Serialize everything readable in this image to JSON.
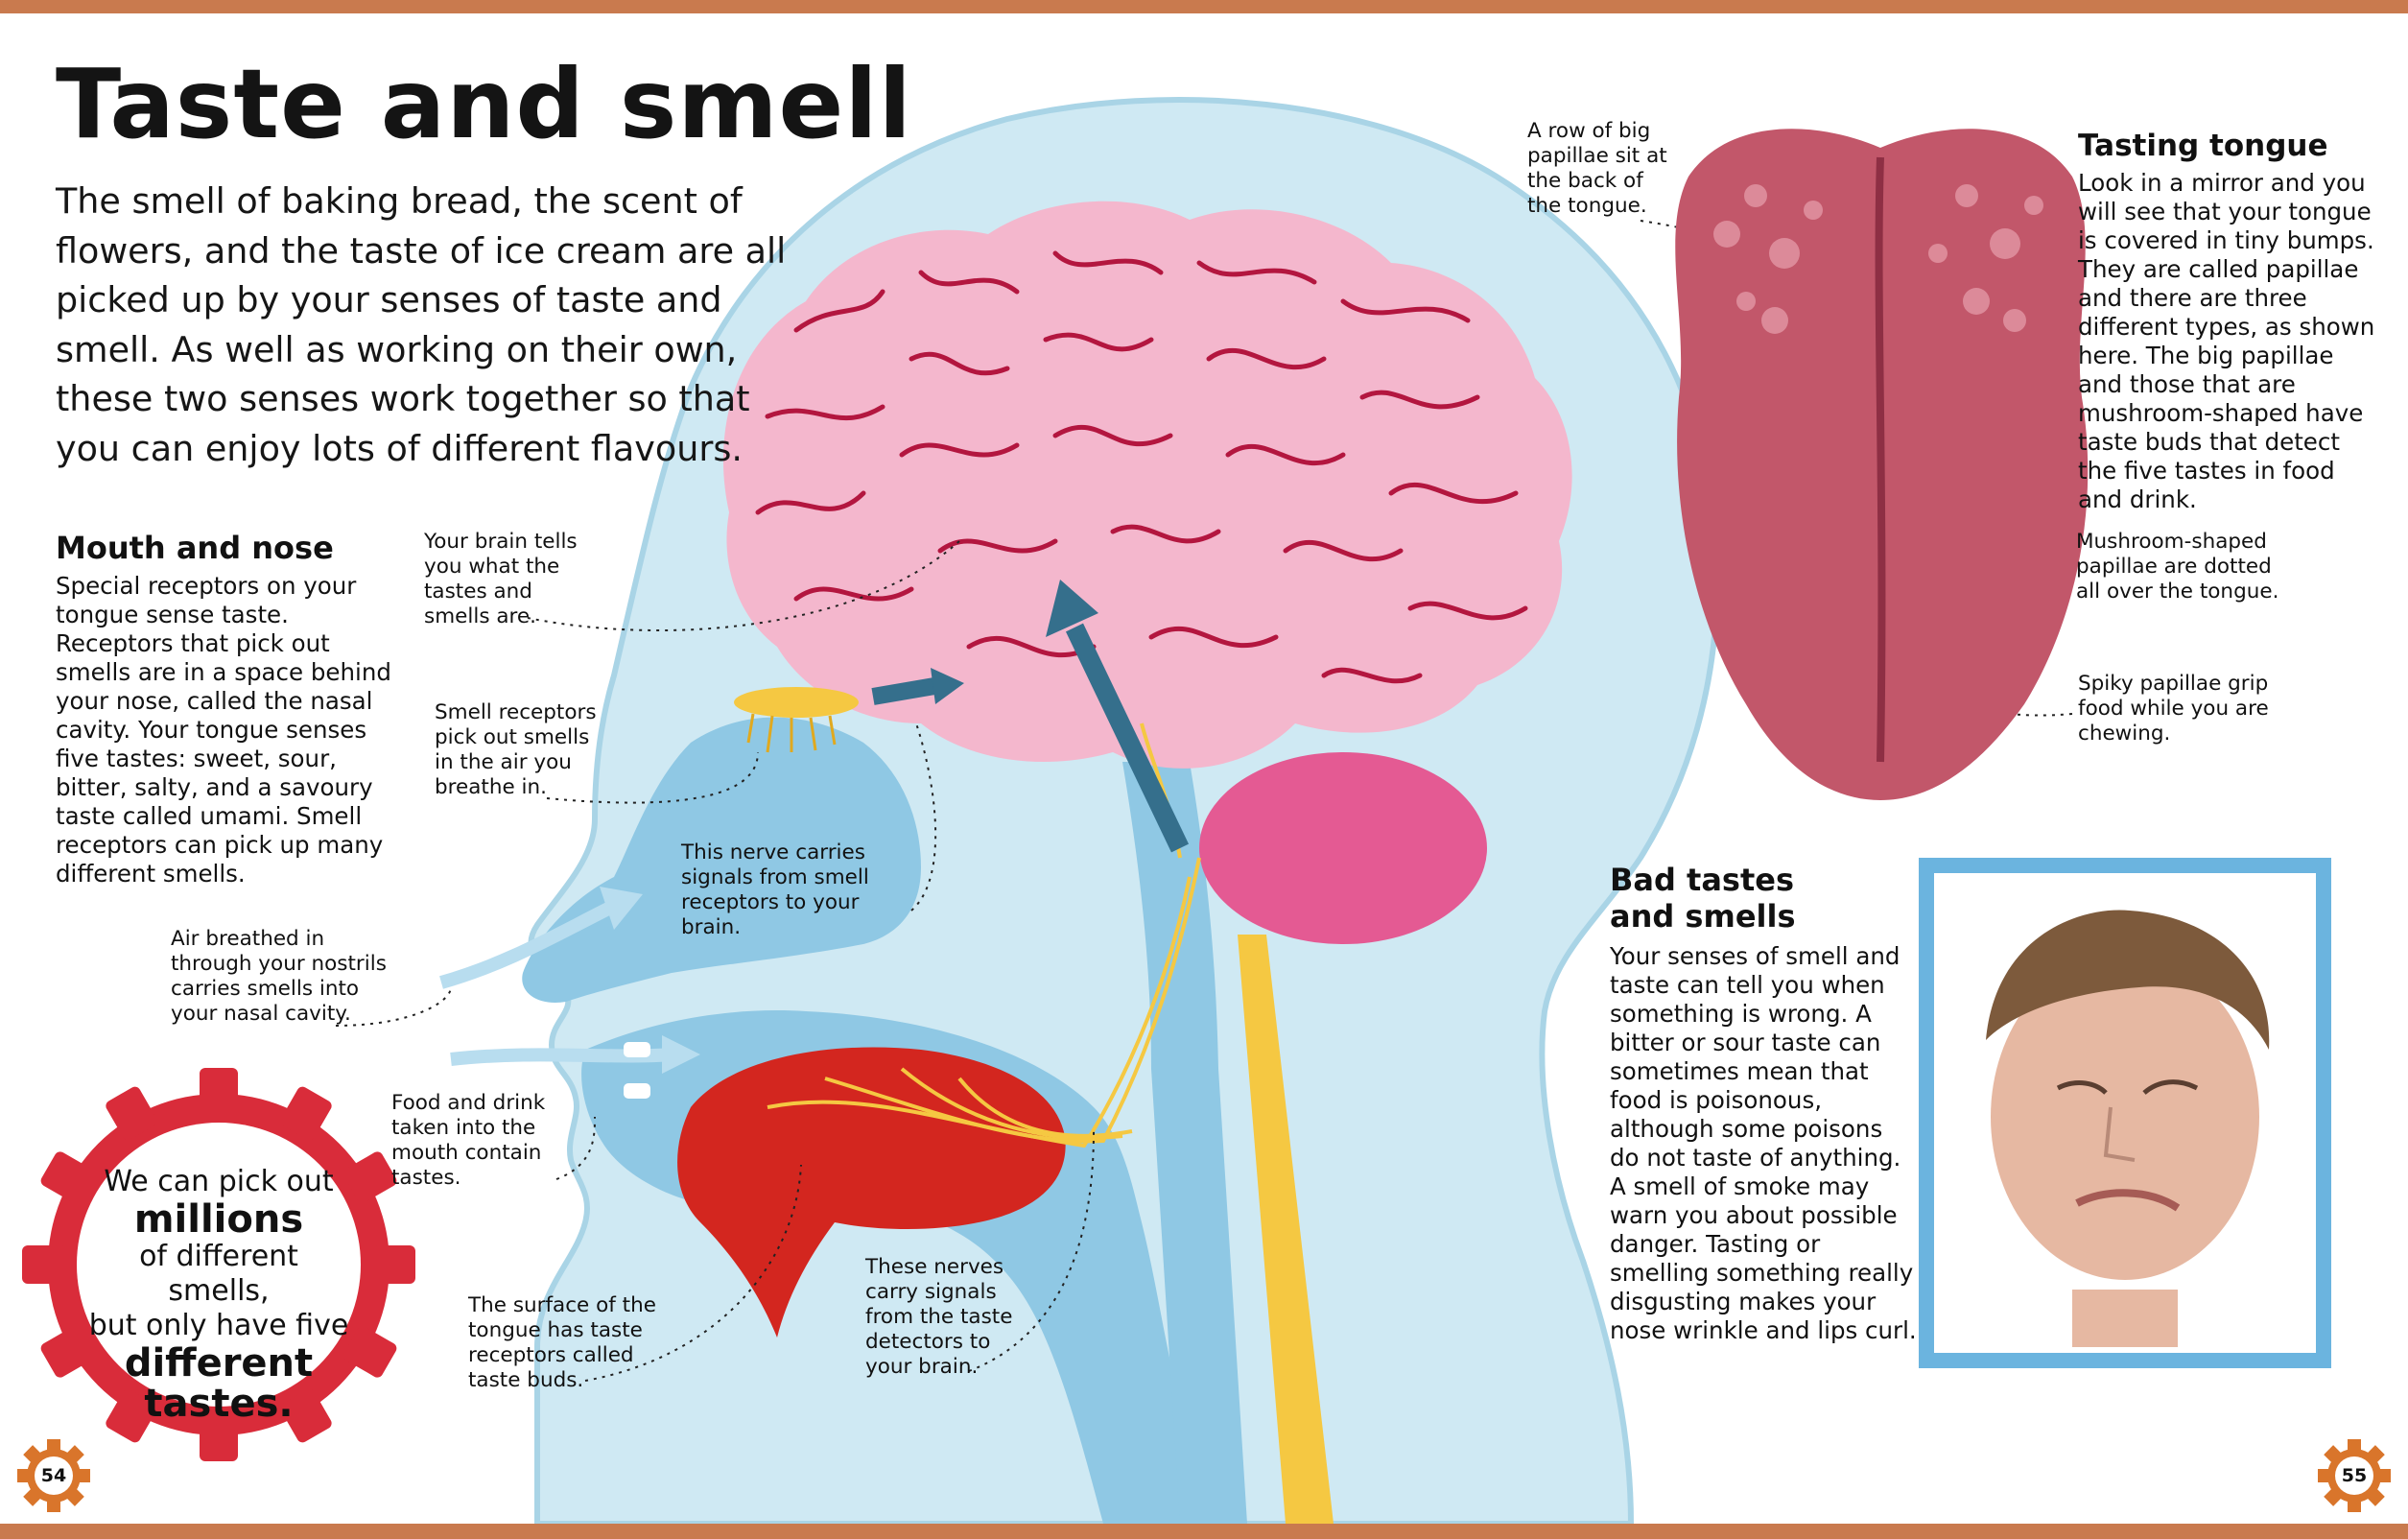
{
  "page": {
    "title": "Taste and smell",
    "intro": "The smell of baking bread, the scent of flowers, and the taste of ice cream are all picked up by your senses of taste and smell. As well as working on their own, these two senses work together so that you can enjoy lots of different flavours.",
    "page_left": "54",
    "page_right": "55"
  },
  "mouth_nose": {
    "heading": "Mouth and nose",
    "body": "Special receptors on your tongue sense taste. Receptors that pick out smells are in a space behind your nose, called the nasal cavity. Your tongue senses five tastes: sweet, sour, bitter, salty, and a savoury taste called umami. Smell receptors can pick up many different smells."
  },
  "callouts": {
    "brain": "Your brain tells you what the tastes and smells are.",
    "smell_receptors": "Smell receptors pick out smells in the air you breathe in.",
    "nerve_smell": "This nerve carries signals from smell receptors to your brain.",
    "air": "Air breathed in through your nostrils carries smells into your nasal cavity.",
    "food": "Food and drink taken into the mouth contain tastes.",
    "taste_buds": "The surface of the tongue has taste receptors called taste buds.",
    "nerves_taste": "These nerves carry signals from the taste detectors to your brain.",
    "big_papillae": "A row of big papillae sit at the back of the tongue.",
    "mushroom": "Mushroom-shaped papillae are dotted all over the tongue.",
    "spiky": "Spiky papillae grip food while you are chewing."
  },
  "badge": {
    "line1": "We can pick out",
    "line2": "millions",
    "line3": "of different smells,",
    "line4": "but only have five",
    "line5": "different",
    "line6": "tastes."
  },
  "tasting_tongue": {
    "heading": "Tasting tongue",
    "body": "Look in a mirror and you will see that your tongue is covered in tiny bumps. They are called papillae and there are three different types, as shown here. The big papillae and those that are mushroom-shaped have taste buds that detect the five tastes in food and drink."
  },
  "bad_tastes": {
    "heading_line1": "Bad tastes",
    "heading_line2": "and smells",
    "body": "Your senses of smell and taste can tell you when something is wrong. A bitter or sour taste can sometimes mean that food is poisonous, although some poisons do not taste of anything. A smell of smoke may warn you about possible danger. Tasting or smelling something really disgusting makes your nose wrinkle and lips curl."
  },
  "colors": {
    "page_border": "#c97a4e",
    "head_light_blue": "#cfe9f3",
    "head_blue": "#8fc8e4",
    "brain_pink": "#f4b7cd",
    "brain_folds": "#b3163f",
    "cerebellum": "#e45a93",
    "tongue_red": "#d3261f",
    "nerve_yellow": "#f5c842",
    "arrow_teal": "#356f8c",
    "badge_red": "#d92c3a",
    "frame_blue": "#6bb4df",
    "gear_orange": "#d9752b"
  }
}
